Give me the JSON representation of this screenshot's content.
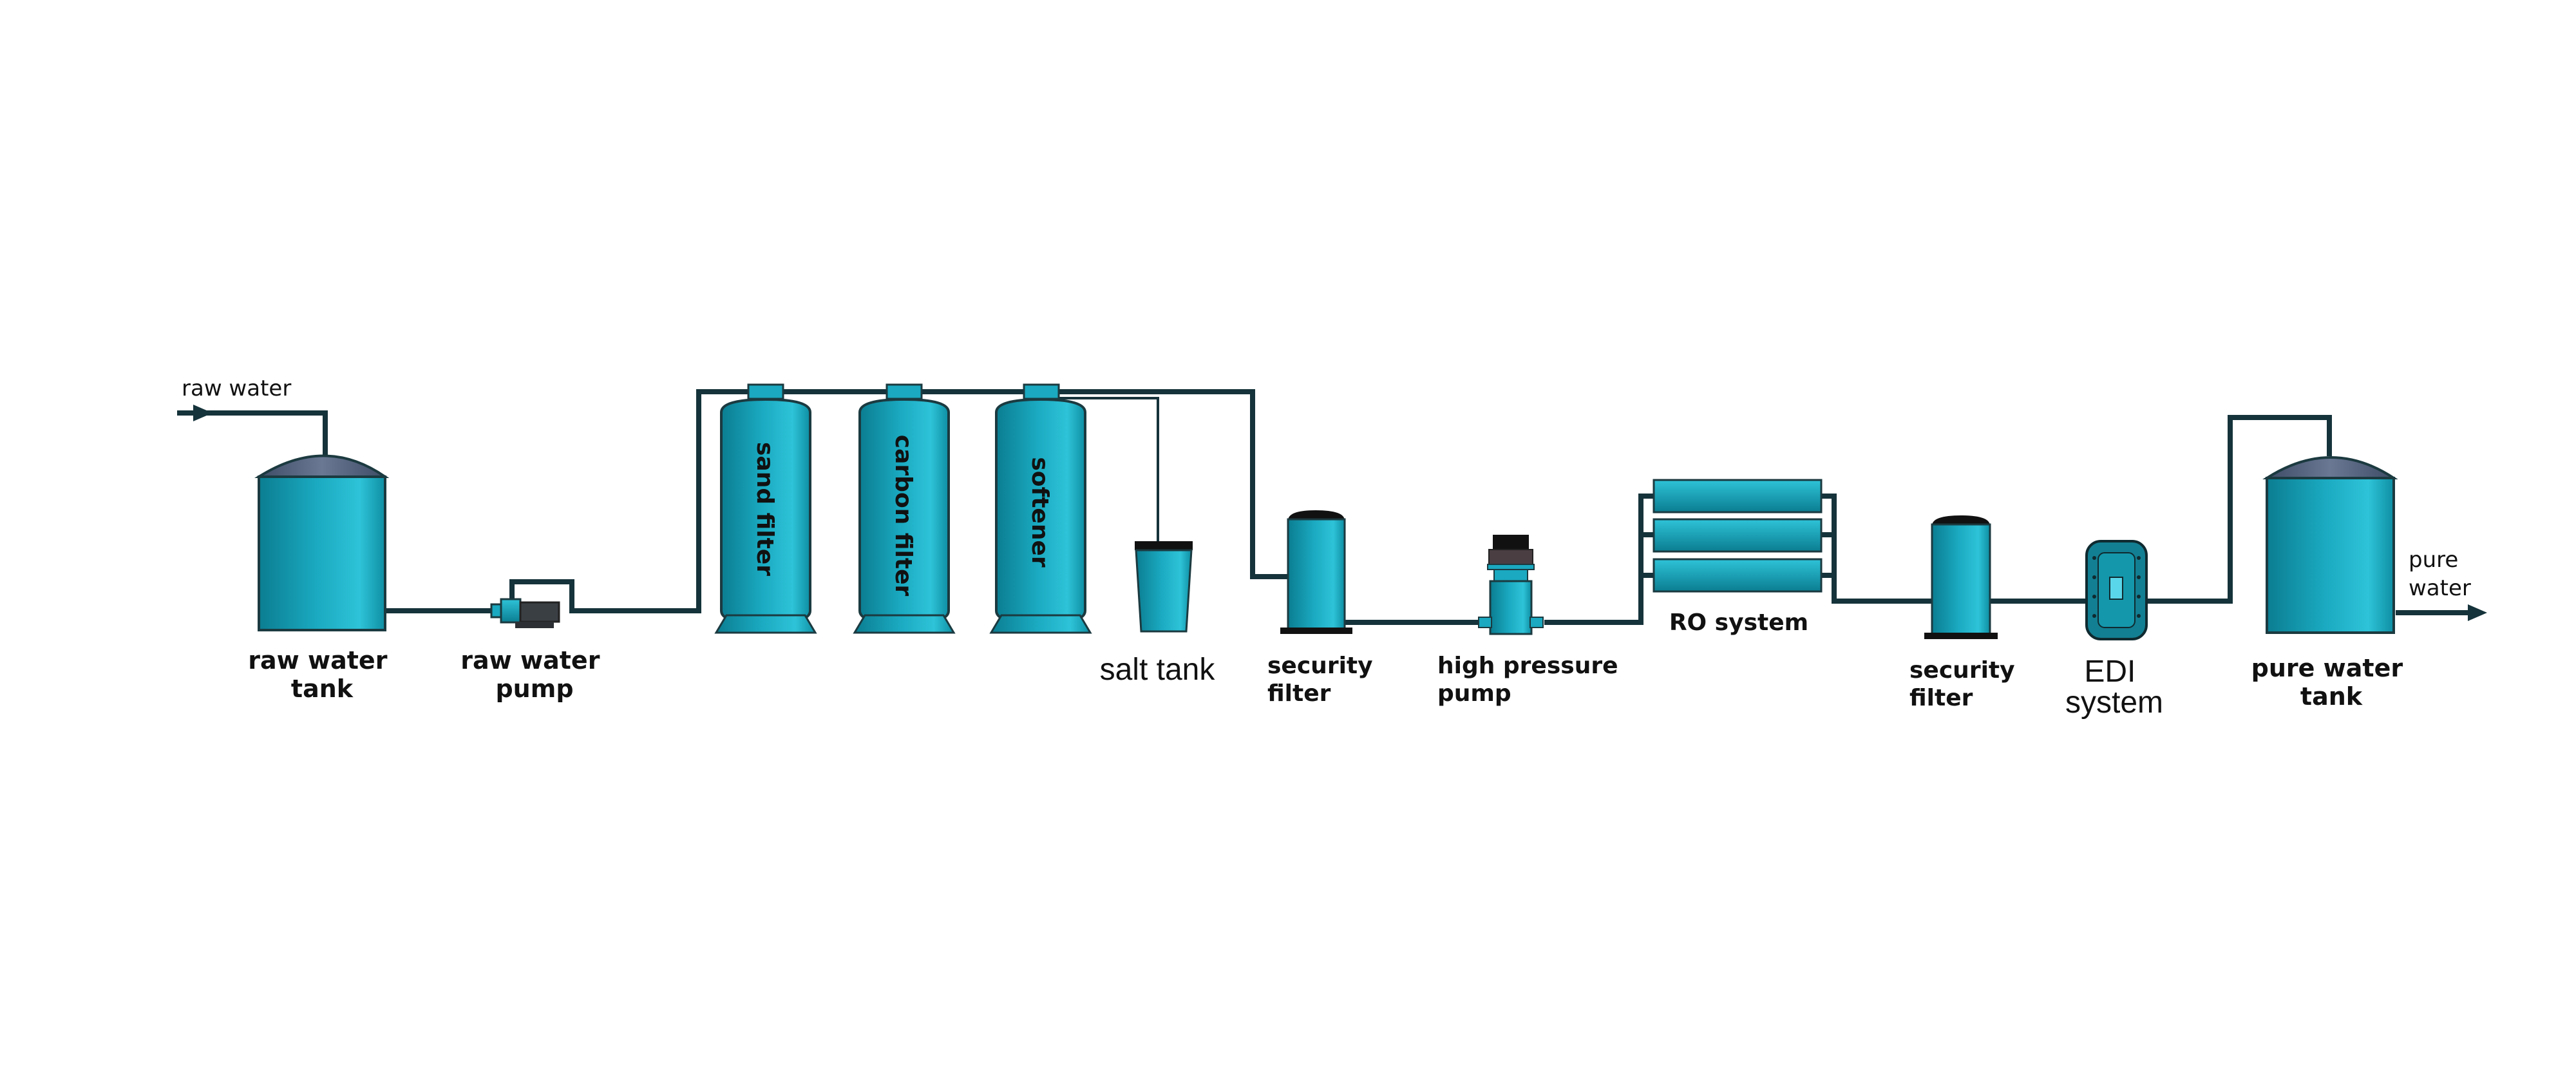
{
  "labels": {
    "raw_water_in": "raw water",
    "raw_water_tank": [
      "raw water",
      "tank"
    ],
    "raw_water_pump": [
      "raw water",
      "pump"
    ],
    "sand_filter": "sand filter",
    "carbon_filter": "carbon filter",
    "softener": "softener",
    "salt_tank": "salt tank",
    "security_filter_1": [
      "security",
      "filter"
    ],
    "high_pressure_pump": [
      "high pressure",
      "pump"
    ],
    "ro_system": "RO system",
    "security_filter_2": [
      "security",
      "filter"
    ],
    "edi_system": [
      "EDI",
      "system"
    ],
    "pure_water_tank": [
      "pure water",
      "tank"
    ],
    "pure_water_out": [
      "pure",
      "water"
    ]
  },
  "colors": {
    "vessel_teal": "#1aa9c0",
    "vessel_dark": "#0b7d91",
    "vessel_light": "#37c6da",
    "tank_roof": "#4a5a78",
    "pipe": "#15333a",
    "pump_body": "#3a3f44"
  }
}
